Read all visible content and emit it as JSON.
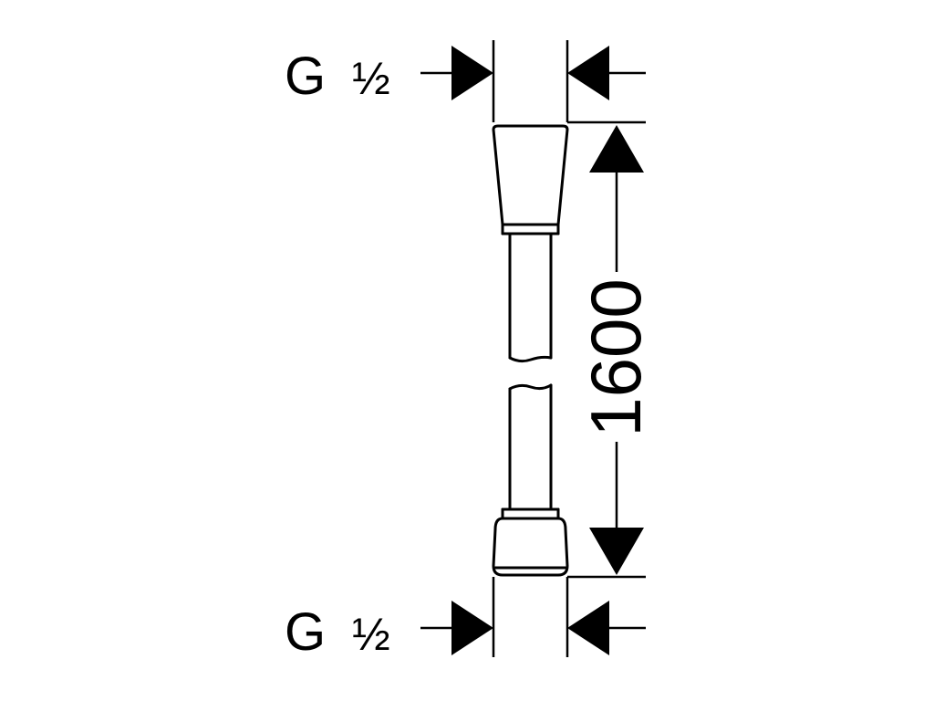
{
  "drawing": {
    "thread_top": {
      "prefix": "G",
      "size": "½"
    },
    "thread_bottom": {
      "prefix": "G",
      "size": "½"
    },
    "length_dimension": "1600",
    "line_color": "#000000",
    "background": "#ffffff"
  }
}
